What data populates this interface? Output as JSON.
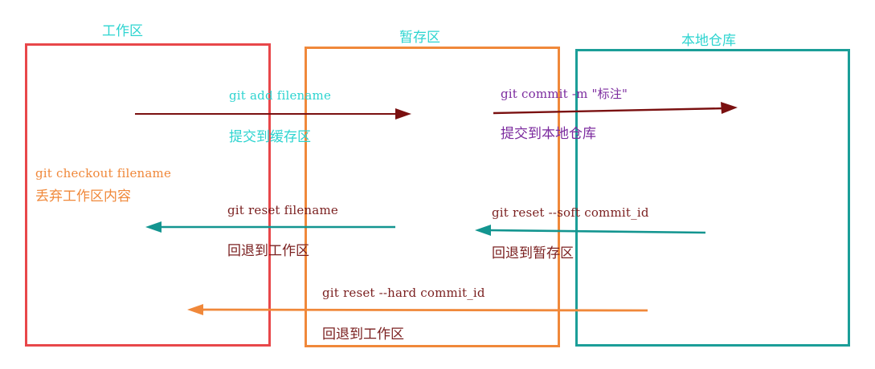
{
  "zones": {
    "workspace": {
      "title": "工作区",
      "color": "#e8474a"
    },
    "staging": {
      "title": "暂存区",
      "color": "#f0883a"
    },
    "local_repo": {
      "title": "本地仓库",
      "color": "#1b9e98"
    }
  },
  "workspace_note": {
    "command": "git checkout filename",
    "description": "丢弃工作区内容",
    "color": "#f0883a"
  },
  "flows": {
    "add": {
      "command": "git add filename",
      "description": "提交到缓存区",
      "text_color": "#2dd4d0",
      "arrow_color": "#7a1010"
    },
    "commit": {
      "command": "git commit -m \"标注\"",
      "description": "提交到本地仓库",
      "text_color": "#7b2a9e",
      "arrow_color": "#7a1010"
    },
    "reset_file": {
      "command": "git reset filename",
      "description": "回退到工作区",
      "text_color": "#7a1f1f",
      "arrow_color": "#139590"
    },
    "reset_soft": {
      "command": "git reset --soft commit_id",
      "description": "回退到暂存区",
      "text_color": "#7a1f1f",
      "arrow_color": "#139590"
    },
    "reset_hard": {
      "command": "git reset --hard commit_id",
      "description": "回退到工作区",
      "text_color": "#7a1f1f",
      "arrow_color": "#f0883a"
    }
  }
}
